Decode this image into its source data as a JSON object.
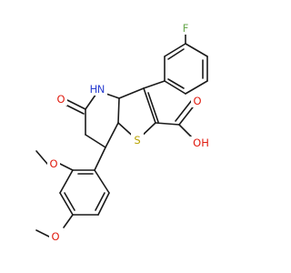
{
  "structure": {
    "atom_labels": {
      "fluorine": "F",
      "ring_nh": "H",
      "ring_n": "N",
      "lactam_o": "O",
      "acid_o": "O",
      "acid_oh": "OH",
      "sulfur": "S",
      "methoxy_o_upper": "O",
      "methoxy_o_lower": "O"
    },
    "colors": {
      "bond": "#1a1a1a",
      "fluorine": "#6aa84f",
      "nitrogen": "#2a3fd1",
      "oxygen": "#e01b0f",
      "sulfur": "#b8a200"
    }
  }
}
